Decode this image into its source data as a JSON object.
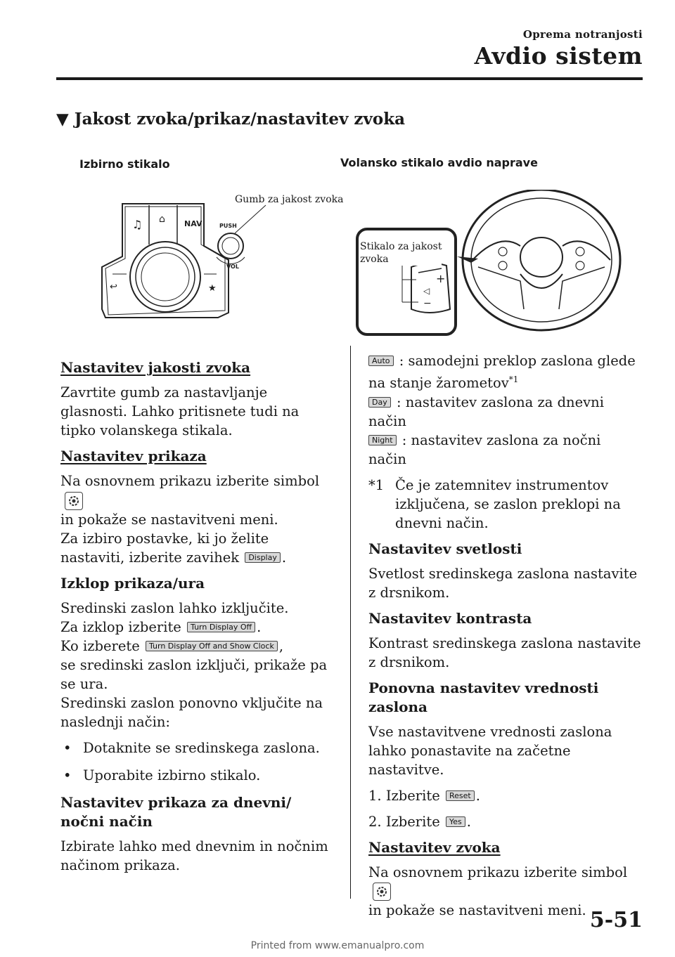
{
  "header": {
    "section": "Oprema notranjosti",
    "title": "Avdio sistem"
  },
  "section_heading": "Jakost zvoka/prikaz/nastavitev zvoka",
  "figure": {
    "label_left": "Izbirno stikalo",
    "label_right": "Volansko stikalo avdio naprave",
    "callout_knob": "Gumb za jakost zvoka",
    "callout_switch_l1": "Stikalo za jakost",
    "callout_switch_l2": "zvoka",
    "btn_nav": "NAV",
    "btn_push": "PUSH",
    "btn_vol": "VOL"
  },
  "left": {
    "h_volume": "Nastavitev jakosti zvoka",
    "p_volume": "Zavrtite gumb za nastavljanje glasnosti. Lahko pritisnete tudi na tipko volanskega stikala.",
    "h_display": "Nastavitev prikaza",
    "p_display_a": "Na osnovnem prikazu izberite simbol",
    "p_display_b": "in pokaže se nastavitveni meni.",
    "p_display_c": "Za izbiro postavke, ki jo želite nastaviti, izberite zavihek",
    "tab_display": "Display",
    "h_off": "Izklop prikaza/ura",
    "p_off_1": "Sredinski zaslon lahko izključite.",
    "p_off_2": "Za izklop izberite",
    "btn_turn_off": "Turn Display Off",
    "p_off_3": "Ko izberete",
    "btn_turn_off_clock": "Turn Display Off and Show Clock",
    "p_off_4": "se sredinski zaslon izključi, prikaže pa se ura.",
    "p_off_5": "Sredinski zaslon ponovno vključite na naslednji način:",
    "bullet_1": "Dotaknite se sredinskega zaslona.",
    "bullet_2": "Uporabite izbirno stikalo.",
    "h_daynight_1": "Nastavitev prikaza za dnevni/",
    "h_daynight_2": "nočni način",
    "p_daynight": "Izbirate lahko med dnevnim in nočnim načinom prikaza."
  },
  "right": {
    "btn_auto": "Auto",
    "t_auto": ": samodejni preklop zaslona glede na stanje žarometov",
    "t_auto_sup": "*1",
    "btn_day": "Day",
    "t_day": ": nastavitev zaslona za dnevni način",
    "btn_night": "Night",
    "t_night": ": nastavitev zaslona za nočni način",
    "note_mark": "*1",
    "note_text": "Če je zatemnitev instrumentov izključena, se zaslon preklopi na dnevni način.",
    "h_brightness": "Nastavitev svetlosti",
    "p_brightness": "Svetlost sredinskega zaslona nastavite z drsnikom.",
    "h_contrast": "Nastavitev kontrasta",
    "p_contrast": "Kontrast sredinskega zaslona nastavite z drsnikom.",
    "h_reset": "Ponovna nastavitev vrednosti zaslona",
    "p_reset": "Vse nastavitvene vrednosti zaslona lahko ponastavite na začetne nastavitve.",
    "step1_num": "1.",
    "step1_text": "Izberite",
    "btn_reset": "Reset",
    "step2_num": "2.",
    "step2_text": "Izberite",
    "btn_yes": "Yes",
    "h_sound": "Nastavitev zvoka",
    "p_sound_a": "Na osnovnem prikazu izberite simbol",
    "p_sound_b": "in pokaže se nastavitveni meni."
  },
  "page_number": "5-51",
  "footer": "Printed from www.emanualpro.com"
}
